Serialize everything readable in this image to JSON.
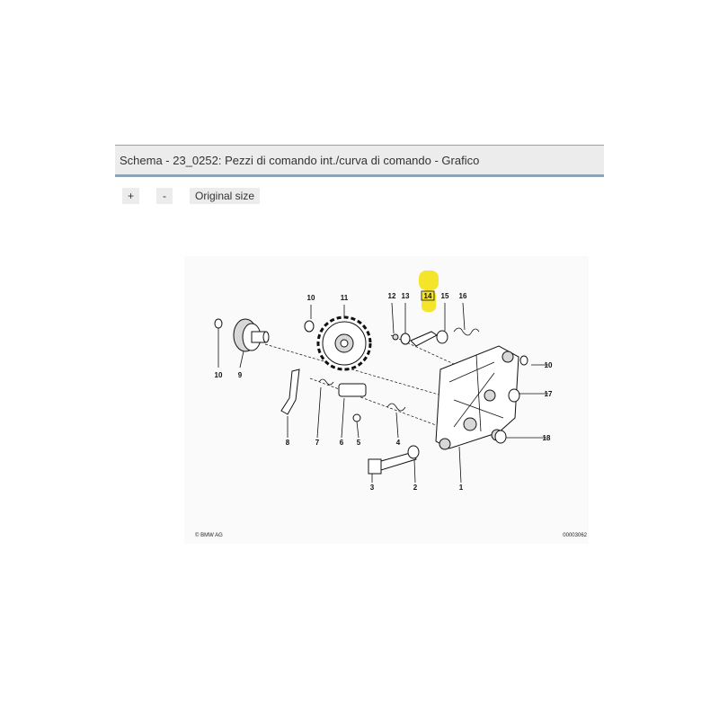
{
  "header": {
    "title": "Schema - 23_0252: Pezzi di comando int./curva di comando - Grafico"
  },
  "toolbar": {
    "zoom_in_label": "+",
    "zoom_out_label": "-",
    "original_size_label": "Original size"
  },
  "diagram": {
    "callouts": [
      "10",
      "11",
      "12",
      "13",
      "14",
      "15",
      "16",
      "10",
      "9",
      "10",
      "17",
      "18",
      "8",
      "7",
      "6",
      "5",
      "4",
      "3",
      "2",
      "1"
    ],
    "highlighted_callout": "14",
    "highlight_color": "#f5e52a",
    "copyright": "© BMW AG",
    "image_code": "00003062"
  }
}
